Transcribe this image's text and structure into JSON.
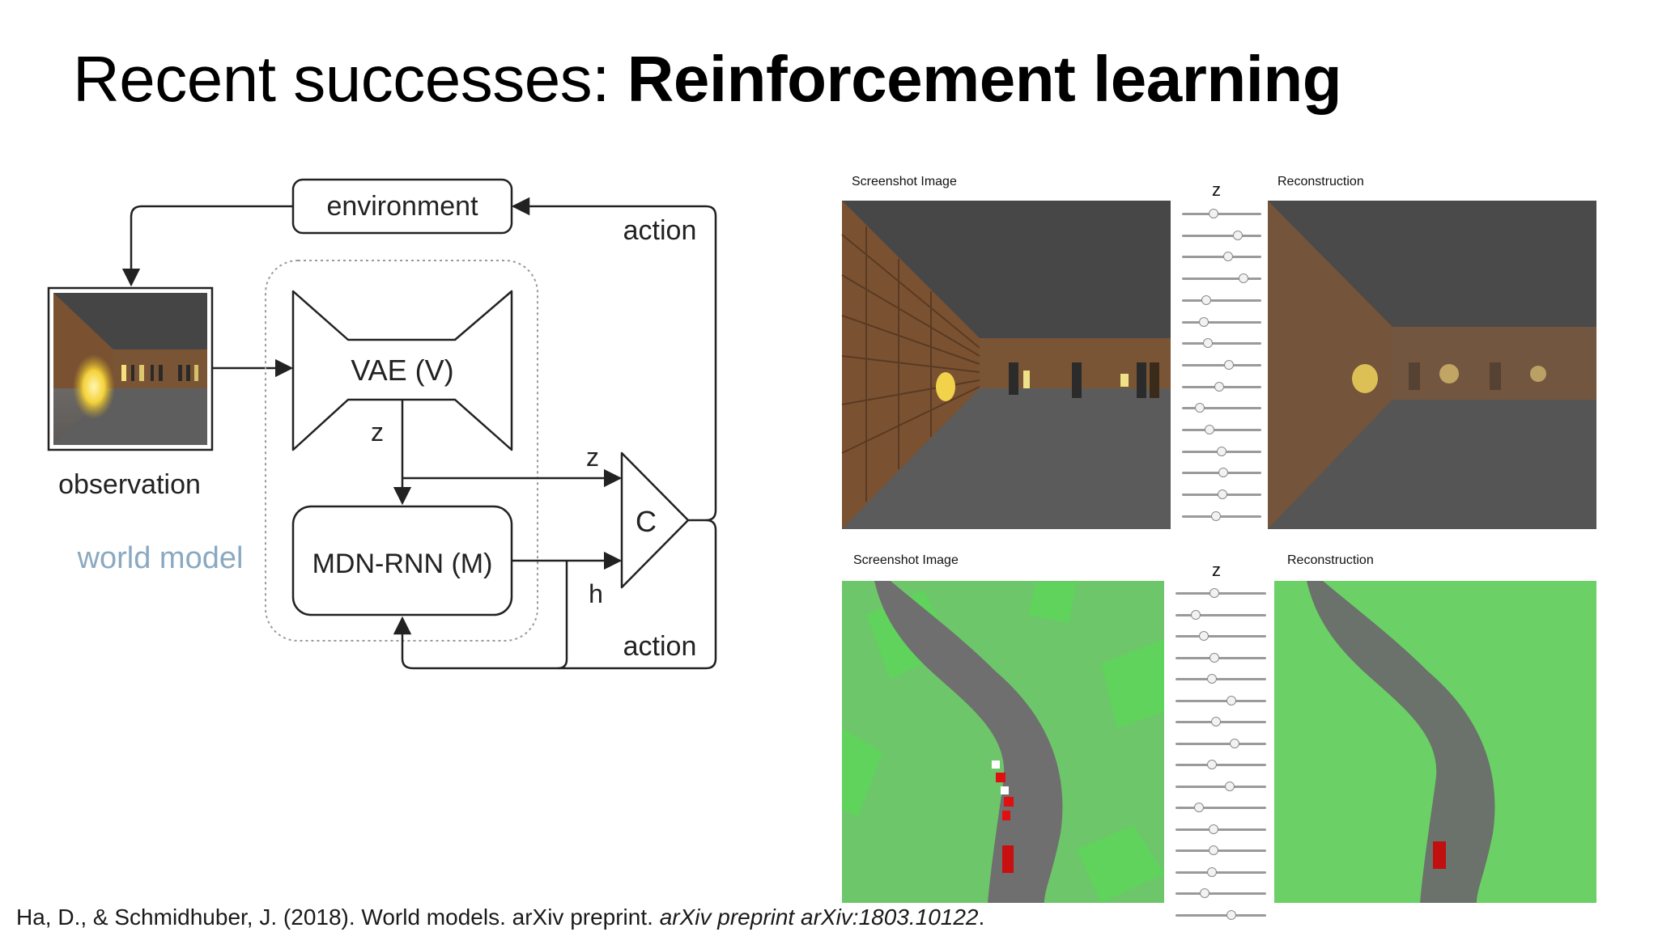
{
  "slide": {
    "title_regular": "Recent successes: ",
    "title_bold": "Reinforcement learning",
    "citation_regular": "Ha, D., & Schmidhuber, J. (2018). World models. arXiv preprint. ",
    "citation_italic": "arXiv preprint arXiv:1803.10122",
    "citation_end": "."
  },
  "diagram": {
    "environment_label": "environment",
    "action_top_label": "action",
    "action_bottom_label": "action",
    "observation_label": "observation",
    "world_model_label": "world model",
    "vae_label": "VAE (V)",
    "z_label_vae": "z",
    "z_label_c": "z",
    "mdn_label": "MDN-RNN (M)",
    "h_label": "h",
    "c_label": "C",
    "colors": {
      "line": "#222222",
      "world_model_text": "#8aa9c0",
      "dotted_border": "#9a9a9a"
    }
  },
  "doom_panel": {
    "screenshot_label": "Screenshot Image",
    "reconstruction_label": "Reconstruction",
    "z_label": "z",
    "slider_levels": [
      0.4,
      0.7,
      0.58,
      0.78,
      0.31,
      0.28,
      0.33,
      0.59,
      0.47,
      0.22,
      0.35,
      0.5,
      0.52,
      0.51,
      0.43
    ]
  },
  "car_panel": {
    "screenshot_label": "Screenshot Image",
    "reconstruction_label": "Reconstruction",
    "z_label": "z",
    "slider_levels": [
      0.43,
      0.22,
      0.31,
      0.43,
      0.4,
      0.62,
      0.45,
      0.65,
      0.4,
      0.6,
      0.26,
      0.42,
      0.42,
      0.4,
      0.32,
      0.62
    ]
  }
}
